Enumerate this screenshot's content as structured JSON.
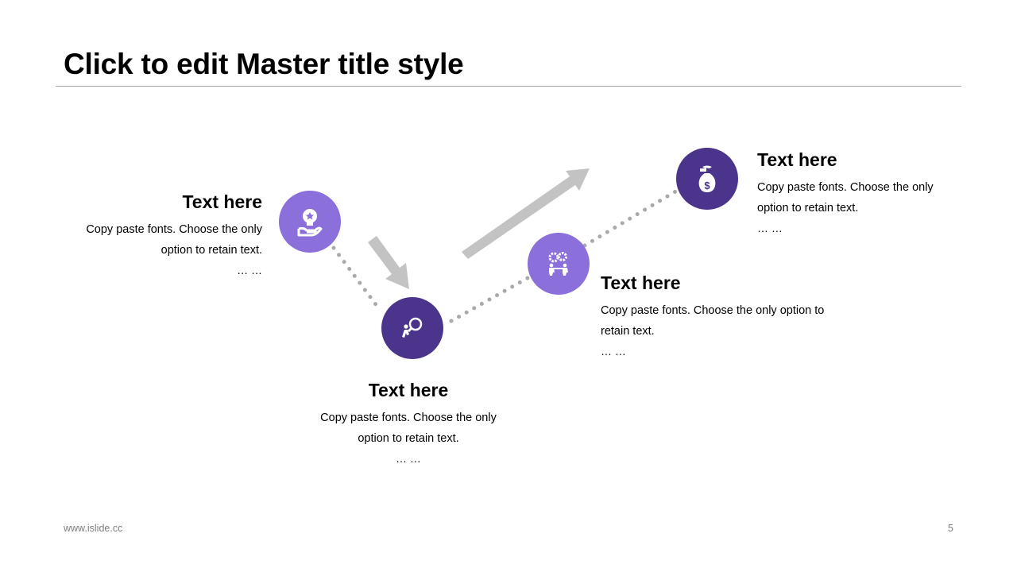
{
  "slide": {
    "title": "Click to edit Master title style",
    "footer_url": "www.islide.cc",
    "page_number": "5"
  },
  "colors": {
    "light_purple": "#8b6fdb",
    "dark_purple": "#4b348c",
    "arrow_gray": "#c3c3c3",
    "dot_gray": "#a9a9a9"
  },
  "steps": [
    {
      "icon": "lightbulb-hand-icon",
      "heading": "Text here",
      "body_line1": "Copy paste fonts. Choose the only",
      "body_line2": "option to retain text.",
      "dots": "… …"
    },
    {
      "icon": "magnifier-person-icon",
      "heading": "Text here",
      "body_line1": "Copy paste fonts. Choose the only",
      "body_line2": "option to retain text.",
      "dots": "… …"
    },
    {
      "icon": "teamwork-gears-icon",
      "heading": "Text here",
      "body_line1": "Copy paste fonts. Choose the only option to",
      "body_line2": "retain text.",
      "dots": "… …"
    },
    {
      "icon": "money-bag-hand-icon",
      "heading": "Text here",
      "body_line1": "Copy paste fonts. Choose the only",
      "body_line2": "option to retain text.",
      "dots": "… …"
    }
  ]
}
